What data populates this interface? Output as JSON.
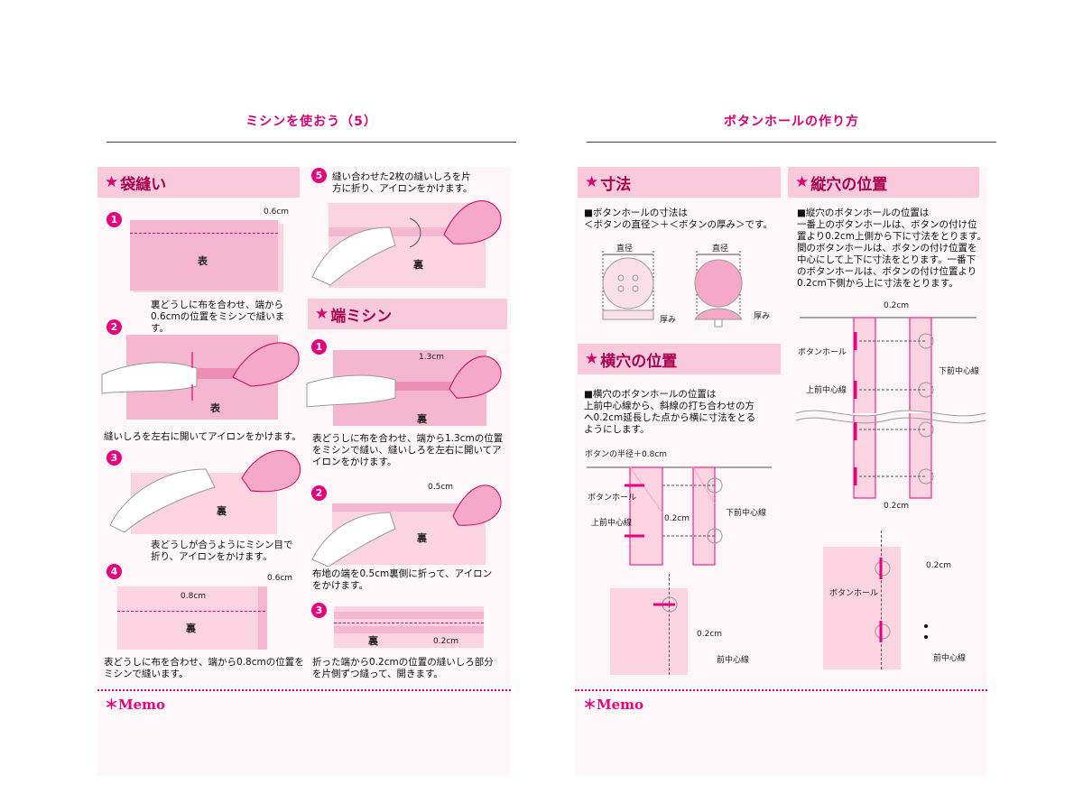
{
  "left_page": {
    "title": "ミシンを使おう（5）",
    "fukuro": {
      "heading": "袋縫い",
      "step1": {
        "num": "1",
        "dim": "0.6cm",
        "label": "表",
        "caption": "裏どうしに布を合わせ、端から0.6cmの位置をミシンで縫います。"
      },
      "step2": {
        "num": "2",
        "label": "表",
        "caption": "縫いしろを左右に開いてアイロンをかけます。"
      },
      "step3": {
        "num": "3",
        "label": "裏",
        "caption": "表どうしが合うようにミシン目で折り、アイロンをかけます。"
      },
      "step4": {
        "num": "4",
        "dim1": "0.6cm",
        "dim2": "0.8cm",
        "label": "裏",
        "caption": "表どうしに布を合わせ、端から0.8cmの位置をミシンで縫います。"
      },
      "step5": {
        "num": "5",
        "label": "裏",
        "caption": "縫い合わせた2枚の縫いしろを片方に折り、アイロンをかけます。"
      }
    },
    "hashi": {
      "heading": "端ミシン",
      "step1": {
        "num": "1",
        "dim": "1.3cm",
        "label": "裏",
        "caption": "表どうしに布を合わせ、端から1.3cmの位置をミシンで縫い、縫いしろを左右に開いてアイロンをかけます。"
      },
      "step2": {
        "num": "2",
        "dim": "0.5cm",
        "label": "裏",
        "caption": "布地の端を0.5cm裏側に折って、アイロンをかけます。"
      },
      "step3": {
        "num": "3",
        "dim": "0.2cm",
        "label": "裏",
        "caption": "折った端から0.2cmの位置の縫いしろ部分を片側ずつ縫って、開きます。"
      }
    },
    "memo": "＊Memo"
  },
  "right_page": {
    "title": "ボタンホールの作り方",
    "sunpo": {
      "heading": "寸法",
      "desc1": "■ボタンホールの寸法は",
      "desc2": "＜ボタンの直径＞＋＜ボタンの厚み＞です。",
      "diameter": "直径",
      "thickness": "厚み"
    },
    "yoko": {
      "heading": "横穴の位置",
      "desc": [
        "■横穴のボタンホールの位置は",
        "上前中心線から、斜線の打ち合わせの方",
        "へ0.2cm延長した点から横に寸法をとる",
        "ようにします。"
      ],
      "radius_label": "ボタンの半径＋0.8cm",
      "buttonhole": "ボタンホール",
      "upper_center": "上前中心線",
      "offset": "0.2cm",
      "lower_center": "下前中心線",
      "offset2": "0.2cm",
      "front_center": "前中心線"
    },
    "tate": {
      "heading": "縦穴の位置",
      "desc": [
        "■縦穴のボタンホールの位置は",
        "一番上のボタンホールは、ボタンの付け位",
        "置より0.2cm上側から下に寸法をとります。",
        "間のボタンホールは、ボタンの付け位置を",
        "中心にして上下に寸法をとります。一番下",
        "のボタンホールは、ボタンの付け位置より",
        "0.2cm下側から上に寸法をとります。"
      ],
      "top_offset": "0.2cm",
      "buttonhole": "ボタンホール",
      "lower_center": "下前中心線",
      "upper_center": "上前中心線",
      "bottom_offset": "0.2cm",
      "offset3": "0.2cm",
      "buttonhole2": "ボタンホール",
      "front_center": "前中心線"
    },
    "memo": "＊Memo"
  },
  "colors": {
    "accent": "#e5007e",
    "heading_bg": "#f9c9dc",
    "fabric": "#f5b7cf"
  }
}
